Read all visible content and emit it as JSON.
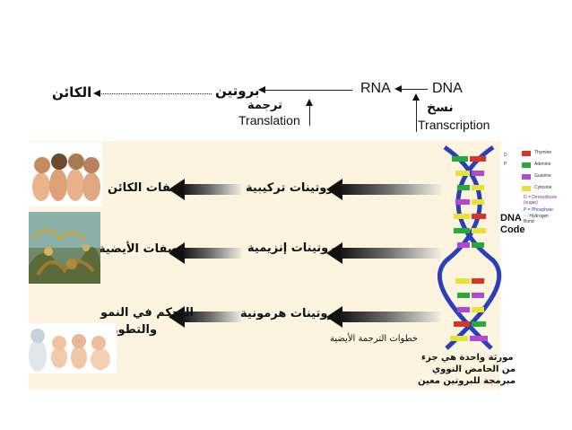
{
  "flow": {
    "organism": "الكائن",
    "protein": "بروتين",
    "rna": "RNA",
    "dna": "DNA",
    "translation_ar": "ترجمة",
    "translation_en": "Translation",
    "transcription_ar": "نسخ",
    "transcription_en": "Transcription"
  },
  "rows": [
    {
      "protein_type": "بروتينات تركيبية",
      "result": "صفات الكائن"
    },
    {
      "protein_type": "بروتينات إنزيمية",
      "result": "صفات الأيضية"
    },
    {
      "protein_type": "بروتينات هرمونية",
      "result_line1": "التحكم في النمو",
      "result_line2": "والتطور"
    }
  ],
  "caption_steps": "خطوات الترجمة الأيضية",
  "caption_gene": {
    "line1": "مورثة واحدة هي جزء",
    "line2": "من الحامض النووي",
    "line3": "مبرمجة للبروتين معين"
  },
  "dna_legend": {
    "title_line1": "DNA",
    "title_line2": "Code",
    "d_label": "D",
    "p_label": "P",
    "items": [
      {
        "label": "Thymine",
        "color": "#d8352a"
      },
      {
        "label": "Adenine",
        "color": "#2aa83a"
      },
      {
        "label": "Guanine",
        "color": "#b04ac8"
      },
      {
        "label": "Cytosine",
        "color": "#e6e23a"
      }
    ],
    "sugar_label": "D = Deoxyribose (sugar)",
    "phosphate_label": "P = Phosphate",
    "hbond_label": "··· Hydrogen Bond"
  },
  "colors": {
    "panel_bg": "#fcf4df",
    "strand_blue": "#2a3fb8",
    "arrow_dark": "#151515"
  }
}
